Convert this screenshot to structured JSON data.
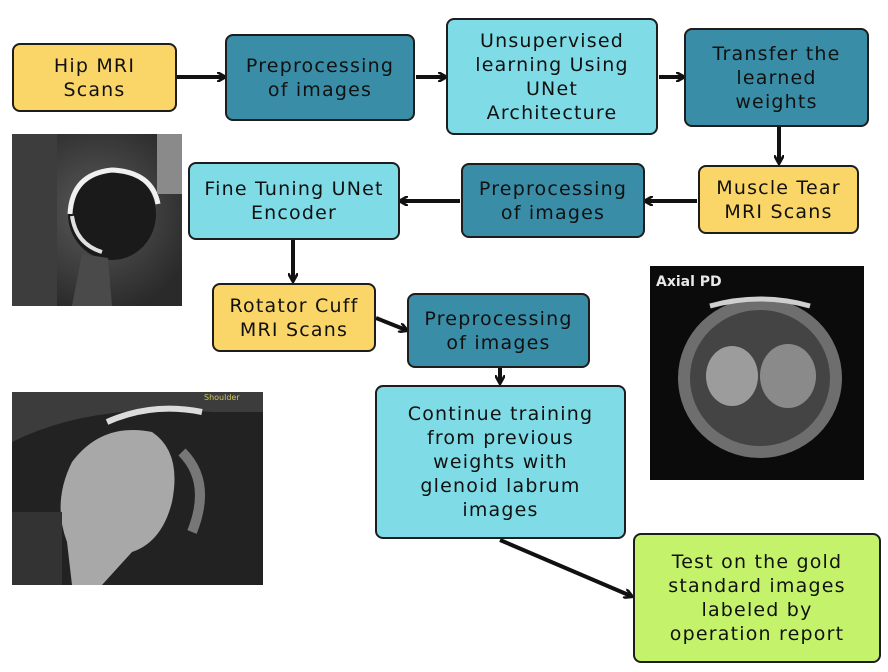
{
  "colors": {
    "input_scans": "#fad567",
    "preprocessing": "#3a8da6",
    "training": "#7fdce6",
    "test": "#c4f36b",
    "arrow": "#111111"
  },
  "nodes": {
    "hip_scans": "Hip MRI\nScans",
    "preprocess_1": "Preprocessing\nof images",
    "unsupervised": "Unsupervised\nlearning Using\nUNet\nArchitecture",
    "transfer": "Transfer the\nlearned\nweights",
    "muscle_scans": "Muscle Tear\nMRI Scans",
    "preprocess_2": "Preprocessing\nof images",
    "fine_tuning": "Fine Tuning UNet\nEncoder",
    "rotator_scans": "Rotator Cuff\nMRI Scans",
    "preprocess_3": "Preprocessing\nof images",
    "continue_training": "Continue training\nfrom previous\nweights with\nglenoid labrum\nimages",
    "test": "Test on the gold\nstandard images\nlabeled by\noperation report"
  },
  "images": {
    "knee_label": "Axial PD",
    "shoulder_label": "Shoulder"
  }
}
